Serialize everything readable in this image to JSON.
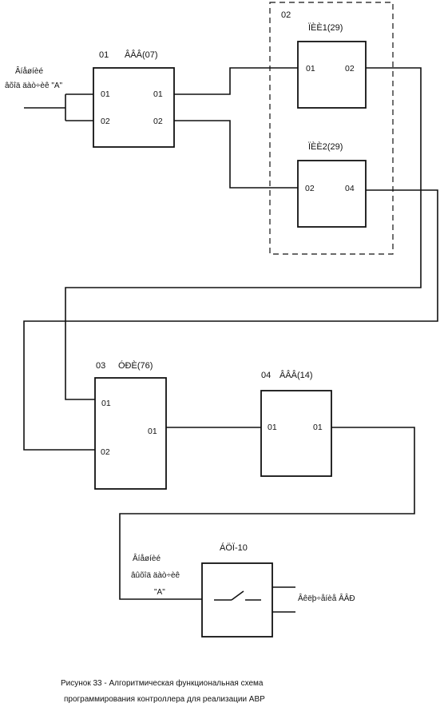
{
  "group_02": {
    "number": "02"
  },
  "block_01": {
    "number": "01",
    "title": "ÂÂÂ(07)",
    "in1": "01",
    "in2": "02",
    "out1": "01",
    "out2": "02"
  },
  "block_pie1": {
    "title": "ÏÈÈ1(29)",
    "in": "01",
    "out": "02"
  },
  "block_pie2": {
    "title": "ÏÈÈ2(29)",
    "in": "02",
    "out": "04"
  },
  "block_03": {
    "number": "03",
    "title": "ÓÐÈ(76)",
    "in1": "01",
    "in2": "02",
    "out": "01"
  },
  "block_04": {
    "number": "04",
    "title": "ÂÂÂ(14)",
    "in": "01",
    "out": "01"
  },
  "relay": {
    "title": "ÁÖÏ-10",
    "output_label": "Âêëþ÷åíèå ÂÂÐ"
  },
  "input_note": {
    "line1": "Âíåøíèé",
    "line2": "âõîä äàò÷èê \"A\""
  },
  "relay_note": {
    "line1": "Âíåøíèé",
    "line2": "âûõîä äàò÷èê",
    "line3": "\"A\""
  },
  "caption": {
    "line1": "Рисунок 33 - Алгоритмическая функциональная схема",
    "line2": "программирования контроллера для реализации АВР"
  }
}
